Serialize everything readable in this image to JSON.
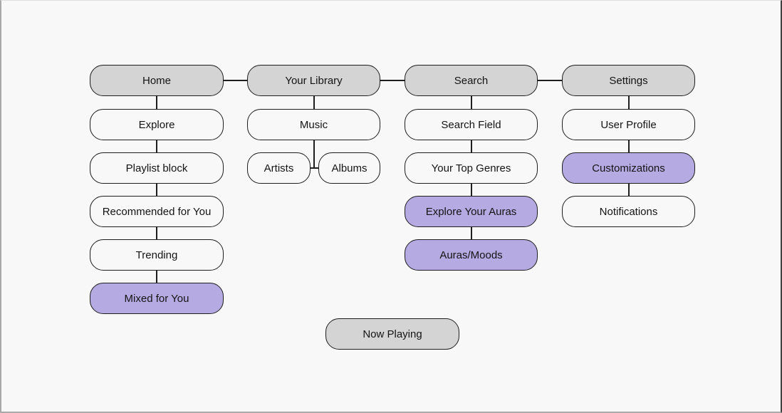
{
  "colors": {
    "canvas_bg": "#f7f8f7",
    "top_fill": "#d4d4d4",
    "page_fill": "#f8f8f8",
    "highlight_fill": "#b5abe2",
    "line_color": "#1e1e1e",
    "text_color": "#141414"
  },
  "columns": [
    {
      "root": {
        "label": "Home",
        "variant": "top"
      },
      "children": [
        {
          "label": "Explore",
          "variant": "page"
        },
        {
          "label": "Playlist block",
          "variant": "page"
        },
        {
          "label": "Recommended for You",
          "variant": "page"
        },
        {
          "label": "Trending",
          "variant": "page"
        },
        {
          "label": "Mixed for You",
          "variant": "highlight"
        }
      ]
    },
    {
      "root": {
        "label": "Your Library",
        "variant": "top"
      },
      "children": [
        {
          "label": "Music",
          "variant": "page"
        },
        {
          "label": "Artists",
          "variant": "page"
        },
        {
          "label": "Albums",
          "variant": "page"
        }
      ]
    },
    {
      "root": {
        "label": "Search",
        "variant": "top"
      },
      "children": [
        {
          "label": "Search Field",
          "variant": "page"
        },
        {
          "label": "Your Top Genres",
          "variant": "page"
        },
        {
          "label": "Explore Your Auras",
          "variant": "highlight"
        },
        {
          "label": "Auras/Moods",
          "variant": "highlight"
        }
      ]
    },
    {
      "root": {
        "label": "Settings",
        "variant": "top"
      },
      "children": [
        {
          "label": "User Profile",
          "variant": "page"
        },
        {
          "label": "Customizations",
          "variant": "highlight"
        },
        {
          "label": "Notifications",
          "variant": "page"
        }
      ]
    }
  ],
  "standalone": {
    "label": "Now Playing",
    "variant": "top"
  }
}
